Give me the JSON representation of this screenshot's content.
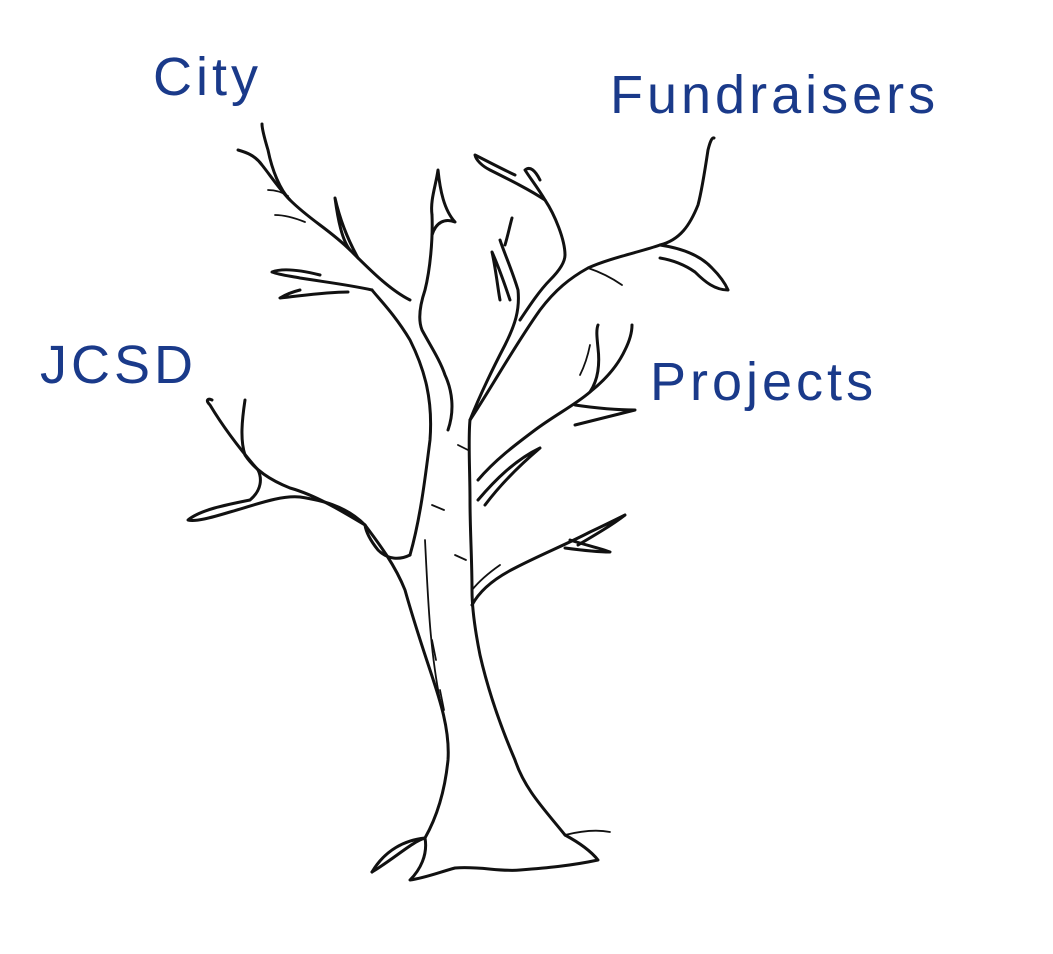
{
  "labels": {
    "city": "City",
    "fundraisers": "Fundraisers",
    "jcsd": "JCSD",
    "projects": "Projects"
  },
  "colors": {
    "label": "#1a3a8a",
    "tree_stroke": "#111111",
    "background": "#ffffff"
  }
}
